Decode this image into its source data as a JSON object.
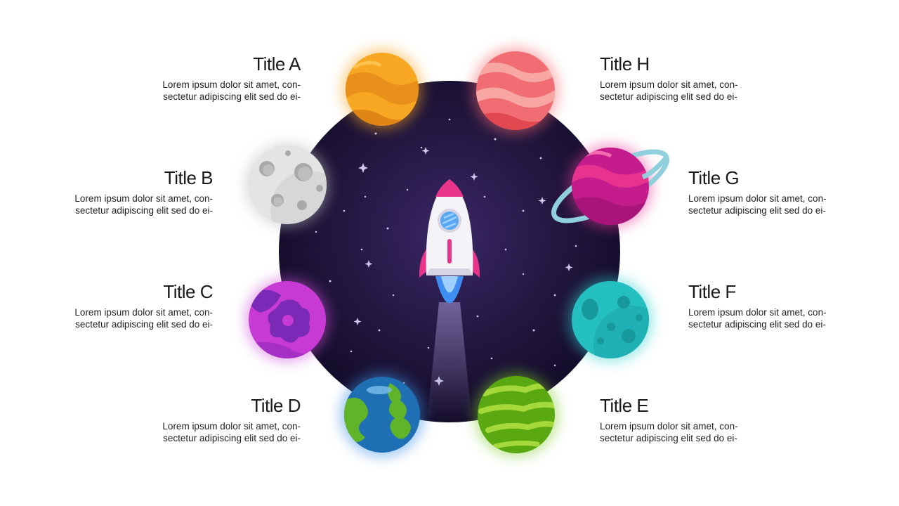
{
  "items": [
    {
      "key": "A",
      "title": "Title A",
      "line1": "Lorem ipsum dolor sit amet, con-",
      "line2": "sectetur adipiscing elit sed do ei-",
      "planet": "orange-planet-icon",
      "color": "#f5a623"
    },
    {
      "key": "B",
      "title": "Title B",
      "line1": "Lorem ipsum dolor sit amet, con-",
      "line2": "sectetur adipiscing elit sed do ei-",
      "planet": "moon-icon",
      "color": "#c8c8c8"
    },
    {
      "key": "C",
      "title": "Title C",
      "line1": "Lorem ipsum dolor sit amet, con-",
      "line2": "sectetur adipiscing elit sed do ei-",
      "planet": "purple-planet-icon",
      "color": "#c23fd0"
    },
    {
      "key": "D",
      "title": "Title D",
      "line1": "Lorem ipsum dolor sit amet, con-",
      "line2": "sectetur adipiscing elit sed do ei-",
      "planet": "earth-planet-icon",
      "color": "#1f6fb5"
    },
    {
      "key": "E",
      "title": "Title E",
      "line1": "Lorem ipsum dolor sit amet, con-",
      "line2": "sectetur adipiscing elit sed do ei-",
      "planet": "green-planet-icon",
      "color": "#5aa812"
    },
    {
      "key": "F",
      "title": "Title F",
      "line1": "Lorem ipsum dolor sit amet, con-",
      "line2": "sectetur adipiscing elit sed do ei-",
      "planet": "teal-planet-icon",
      "color": "#1fbdbd"
    },
    {
      "key": "G",
      "title": "Title G",
      "line1": "Lorem ipsum dolor sit amet, con-",
      "line2": "sectetur adipiscing elit sed do ei-",
      "planet": "ringed-planet-icon",
      "color": "#d6288a"
    },
    {
      "key": "H",
      "title": "Title H",
      "line1": "Lorem ipsum dolor sit amet, con-",
      "line2": "sectetur adipiscing elit sed do ei-",
      "planet": "red-planet-icon",
      "color": "#f0585e"
    }
  ],
  "center": {
    "icon": "rocket-icon",
    "space_color": "#2a1a4a"
  }
}
